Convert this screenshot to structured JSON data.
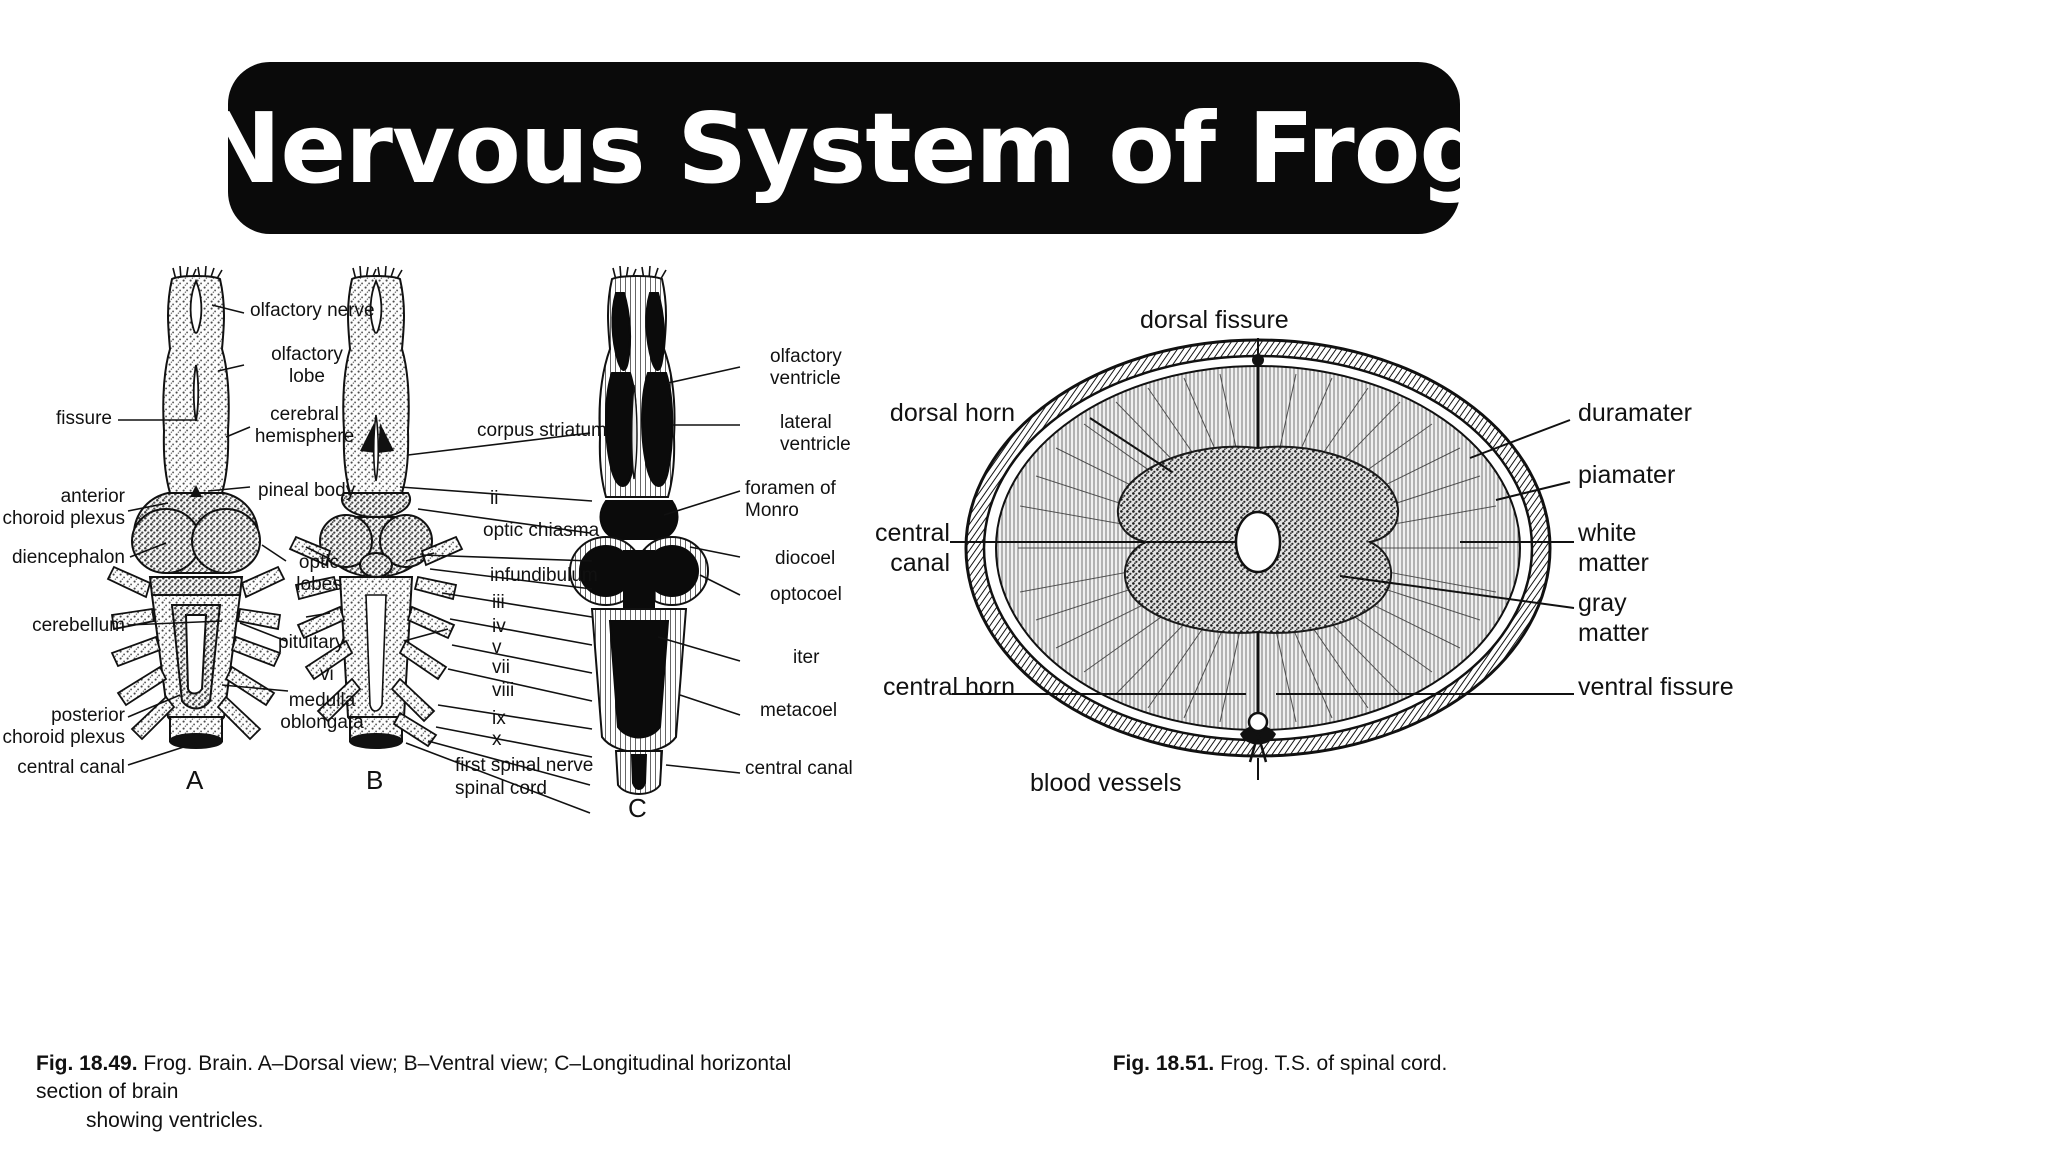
{
  "title": "Nervous System of Frog",
  "figure_brain": {
    "caption_prefix": "Fig. 18.49.",
    "caption_line1": "Frog. Brain. A–Dorsal view; B–Ventral view; C–Longitudinal horizontal section of brain",
    "caption_line2": "showing ventricles.",
    "panels": [
      {
        "letter": "A",
        "view": "Dorsal view"
      },
      {
        "letter": "B",
        "view": "Ventral view"
      },
      {
        "letter": "C",
        "view": "Longitudinal horizontal section"
      }
    ],
    "labels_left_A": [
      "fissure",
      "anterior\nchoroid plexus",
      "diencephalon",
      "cerebellum",
      "posterior\nchoroid plexus",
      "central canal"
    ],
    "labels_middle": [
      "olfactory nerve",
      "olfactory\nlobe",
      "cerebral\nhemisphere",
      "pineal body",
      "optic\nlobes",
      "pituitary",
      "vi",
      "medulla\noblongata"
    ],
    "labels_right_B": [
      "corpus striatum",
      "ii",
      "optic chiasma",
      "infundibulum",
      "iii",
      "iv",
      "v",
      "vii",
      "viii",
      "ix",
      "x",
      "first spinal nerve",
      "spinal cord"
    ],
    "labels_right_C": [
      "olfactory\nventricle",
      "lateral\nventricle",
      "foramen of\nMonro",
      "diocoel",
      "optocoel",
      "iter",
      "metacoel",
      "central canal"
    ]
  },
  "figure_cord": {
    "caption_prefix": "Fig. 18.51.",
    "caption_text": "Frog. T.S. of spinal cord.",
    "label_top": "dorsal fissure",
    "label_bottom": "blood vessels",
    "labels_left": [
      "dorsal horn",
      "central\ncanal",
      "central horn"
    ],
    "labels_right": [
      "duramater",
      "piamater",
      "white\nmatter",
      "gray\nmatter",
      "ventral fissure"
    ]
  },
  "colors": {
    "banner_bg": "#0a0a0a",
    "banner_text": "#ffffff",
    "page_bg": "#ffffff",
    "ink": "#111111"
  }
}
